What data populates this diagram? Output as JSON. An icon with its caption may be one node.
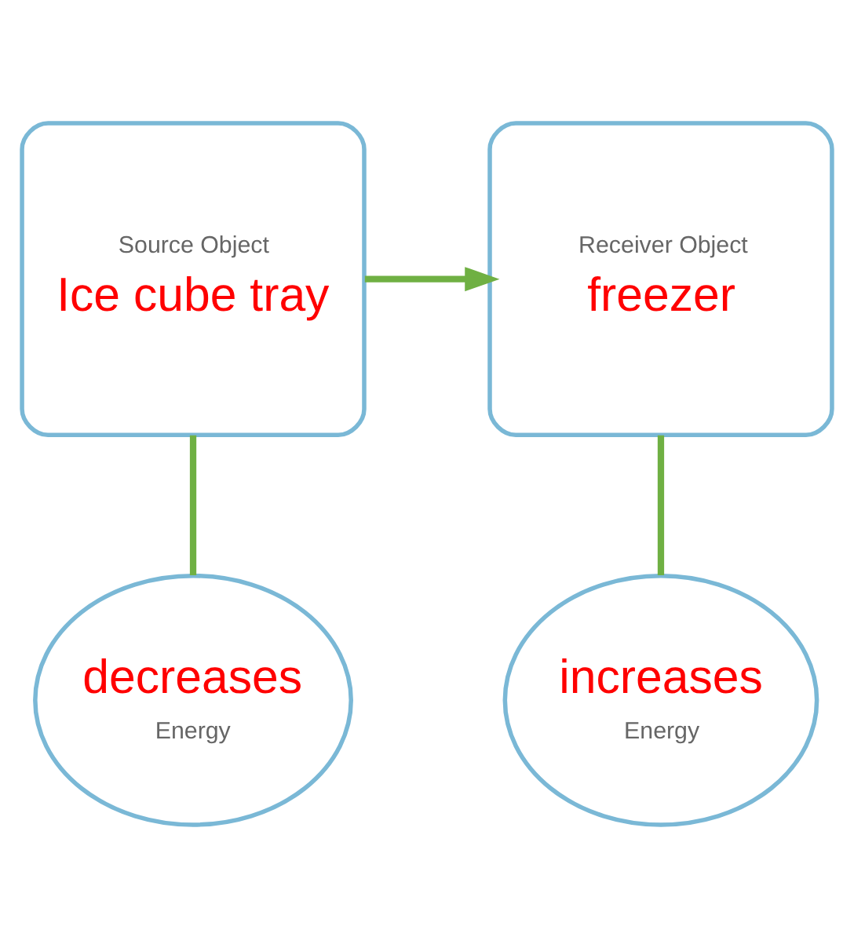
{
  "diagram": {
    "nodes": [
      {
        "text": [
          "Source Object",
          "Ice cube tray"
        ]
      },
      {
        "text": [
          "Receiver Object",
          "freezer"
        ]
      },
      {
        "text": [
          "decreases",
          "Energy"
        ]
      },
      {
        "text": [
          "increases",
          "Energy"
        ]
      }
    ],
    "edges": [
      {
        "from": 0,
        "to": 1,
        "arrow": "to"
      },
      {
        "from": 0,
        "to": 2,
        "arrow": "none"
      },
      {
        "from": 1,
        "to": 3,
        "arrow": "none"
      }
    ]
  }
}
